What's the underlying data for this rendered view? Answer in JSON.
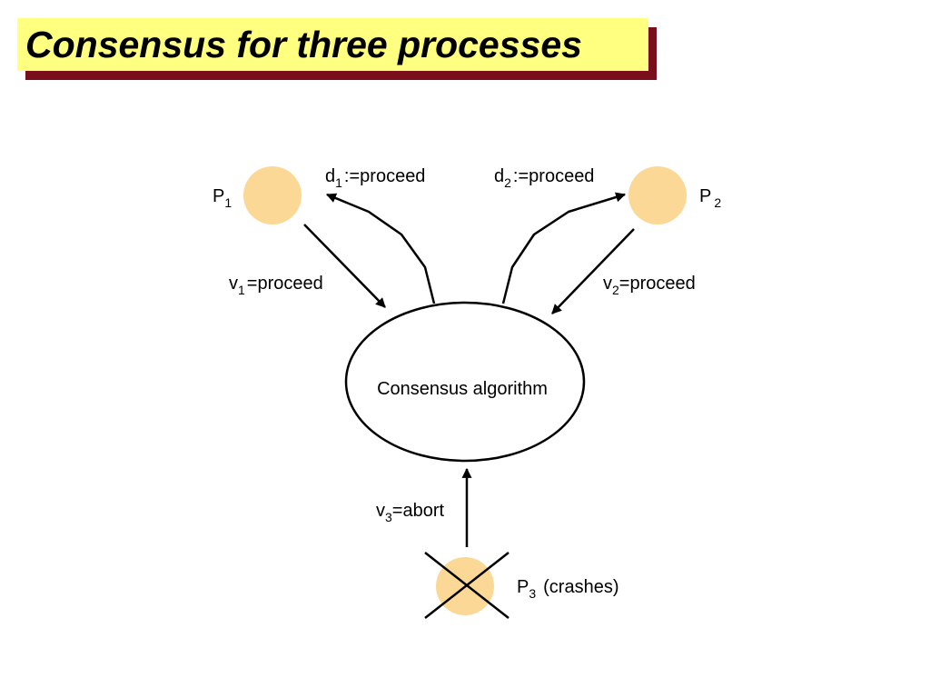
{
  "title": "Consensus for three processes",
  "colors": {
    "process_fill": "#fcd896",
    "title_bg": "#ffff80",
    "title_shadow": "#7a0f1c",
    "stroke": "#000000"
  },
  "algorithm": {
    "label": "Consensus algorithm"
  },
  "processes": {
    "p1": {
      "name": "P",
      "sub": "1"
    },
    "p2": {
      "name": "P",
      "sub": "2"
    },
    "p3": {
      "name": "P",
      "sub": "3",
      "note": "(crashes)",
      "crossed": true
    }
  },
  "edges": {
    "d1": {
      "var": "d",
      "sub": "1",
      "value": ":=proceed"
    },
    "d2": {
      "var": "d",
      "sub": "2",
      "value": ":=proceed"
    },
    "v1": {
      "var": "v",
      "sub": "1",
      "value": "=proceed"
    },
    "v2": {
      "var": "v",
      "sub": "2",
      "value": "=proceed"
    },
    "v3": {
      "var": "v",
      "sub": "3",
      "value": "=abort"
    }
  }
}
